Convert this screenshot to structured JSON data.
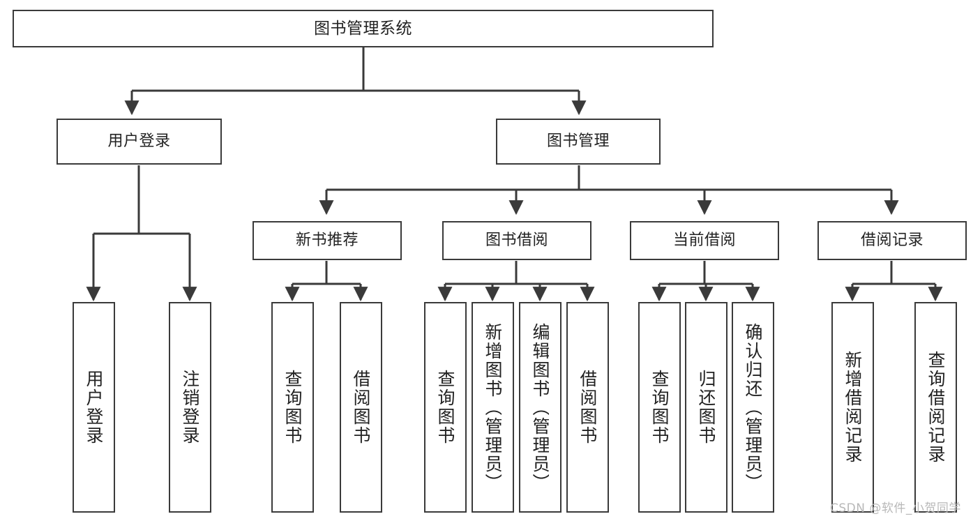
{
  "diagram": {
    "title": "图书管理系统",
    "type": "hierarchy-tree",
    "root": {
      "id": "root",
      "label": "图书管理系统"
    },
    "level2": [
      {
        "id": "user-login",
        "label": "用户登录"
      },
      {
        "id": "book-manage",
        "label": "图书管理"
      }
    ],
    "level3": [
      {
        "id": "new-book-recommend",
        "label": "新书推荐"
      },
      {
        "id": "book-borrow",
        "label": "图书借阅"
      },
      {
        "id": "current-borrow",
        "label": "当前借阅"
      },
      {
        "id": "borrow-record",
        "label": "借阅记录"
      }
    ],
    "leaves": {
      "user_login": [
        {
          "id": "leaf-user-login",
          "label": "用户登录"
        },
        {
          "id": "leaf-logout",
          "label": "注销登录"
        }
      ],
      "new_book_recommend": [
        {
          "id": "leaf-query-book-1",
          "label": "查询图书"
        },
        {
          "id": "leaf-borrow-book-1",
          "label": "借阅图书"
        }
      ],
      "book_borrow": [
        {
          "id": "leaf-query-book-2",
          "label": "查询图书"
        },
        {
          "id": "leaf-add-book",
          "label": "新增图书（管理员）"
        },
        {
          "id": "leaf-edit-book",
          "label": "编辑图书（管理员）"
        },
        {
          "id": "leaf-borrow-book-2",
          "label": "借阅图书"
        }
      ],
      "current_borrow": [
        {
          "id": "leaf-query-book-3",
          "label": "查询图书"
        },
        {
          "id": "leaf-return-book",
          "label": "归还图书"
        },
        {
          "id": "leaf-confirm-return",
          "label": "确认归还（管理员）"
        }
      ],
      "borrow_record": [
        {
          "id": "leaf-add-record",
          "label": "新增借阅记录"
        },
        {
          "id": "leaf-query-record",
          "label": "查询借阅记录"
        }
      ]
    },
    "colors": {
      "stroke": "#3a3a3a",
      "text": "#222222",
      "background": "#ffffff",
      "watermark": "#b8b8b8"
    }
  },
  "watermark": {
    "text": "CSDN @软件_小贺同学"
  }
}
